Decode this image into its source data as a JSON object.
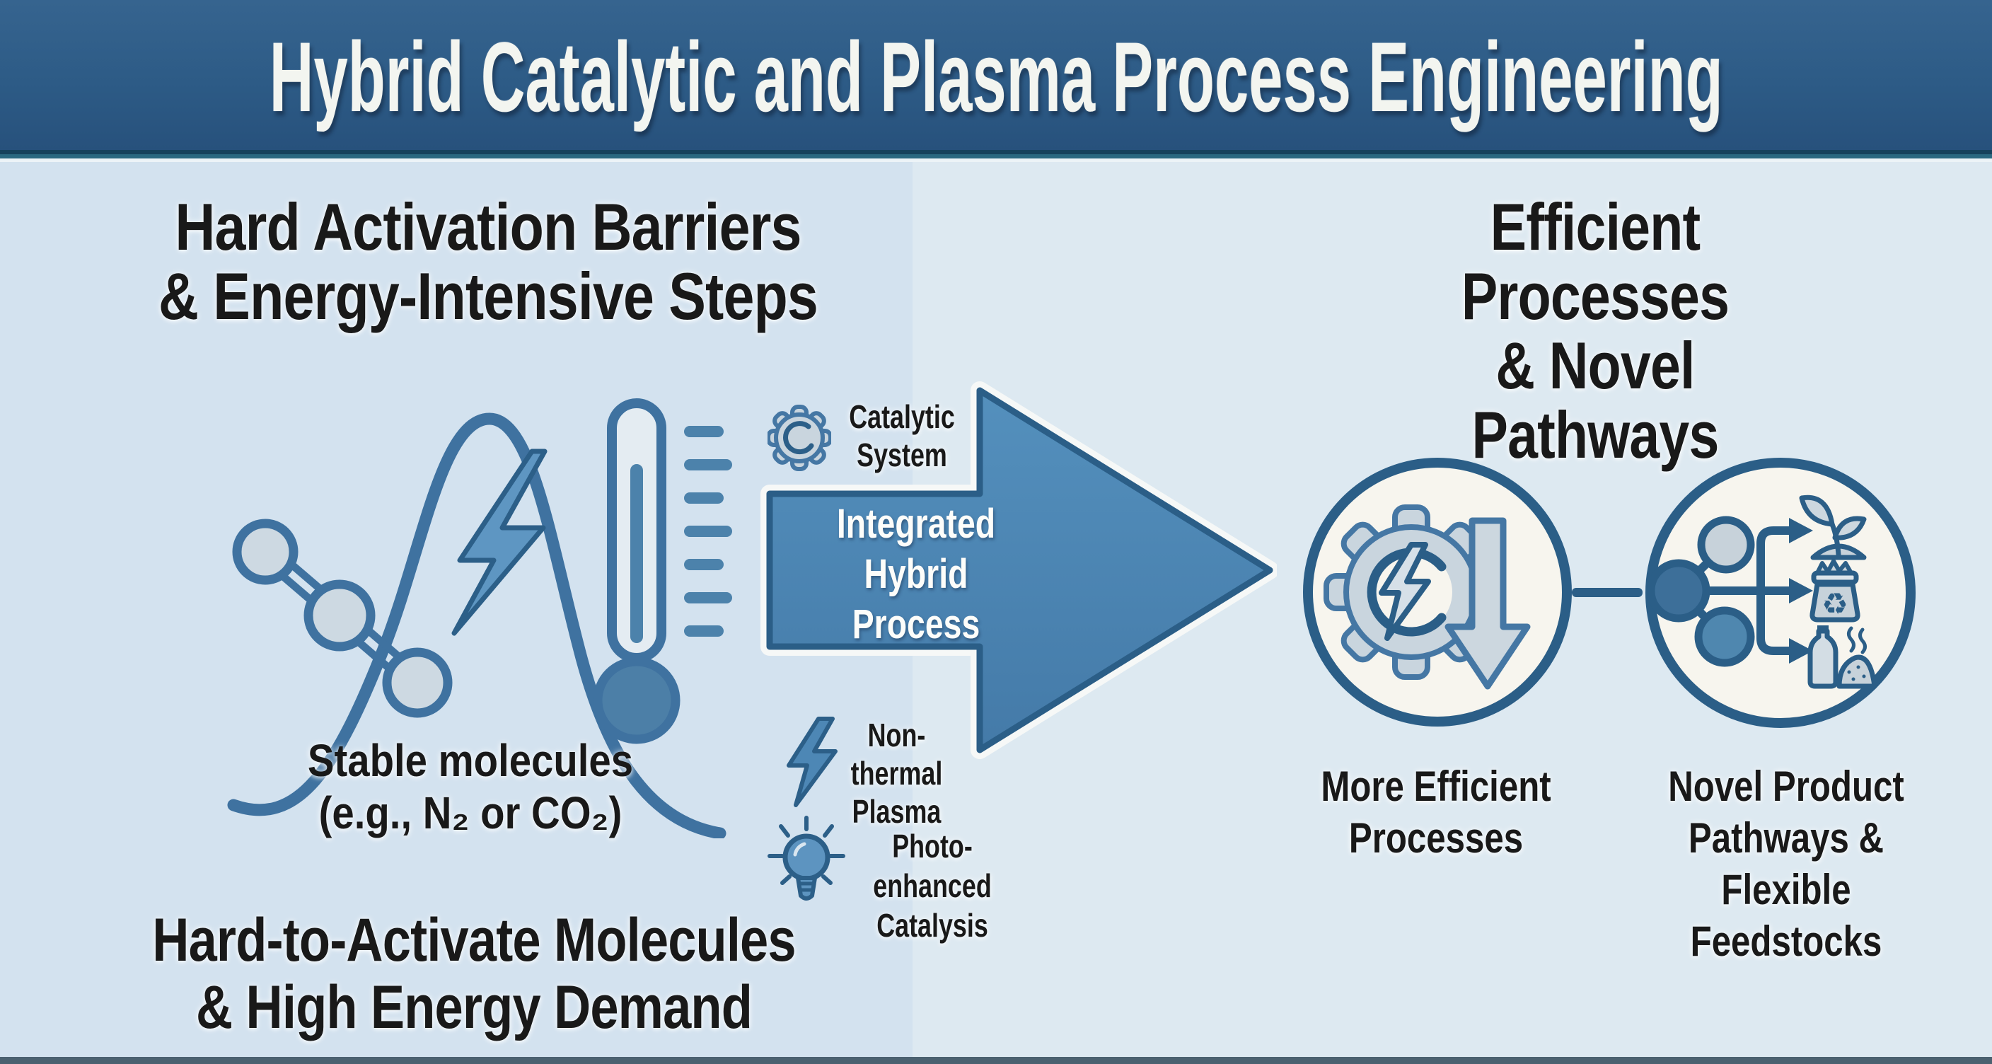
{
  "banner": {
    "title": "Hybrid Catalytic and Plasma Process Engineering"
  },
  "left_panel": {
    "heading": {
      "line1": "Hard Activation Barriers",
      "line2": "& Energy-Intensive Steps"
    },
    "caption": {
      "line1": "Stable molecules",
      "line2": "(e.g., N₂ or CO₂)"
    },
    "footer": {
      "line1": "Hard-to-Activate Molecules",
      "line2": "& High Energy Demand"
    },
    "icons": [
      "molecule-icon",
      "activation-energy-curve-icon",
      "lightning-icon",
      "thermometer-icon"
    ]
  },
  "center": {
    "catalytic_label": {
      "line1": "Catalytic",
      "line2": "System"
    },
    "arrow_label": {
      "line1": "Integrated",
      "line2": "Hybrid",
      "line3": "Process"
    },
    "plasma_label": {
      "line1": "Non-thermal",
      "line2": "Plasma"
    },
    "photo_label": {
      "line1": "Photo-enhanced",
      "line2": "Catalysis"
    },
    "icons": [
      "gear-icon",
      "big-right-arrow",
      "lightning-icon",
      "lightbulb-icon"
    ]
  },
  "right_panel": {
    "heading": {
      "line1": "Efficient Processes",
      "line2": "& Novel Pathways"
    },
    "efficient_label": {
      "line1": "More Efficient",
      "line2": "Processes"
    },
    "novel_label": {
      "line1": "Novel Product",
      "line2": "Pathways &",
      "line3": "Flexible Feedstocks"
    },
    "circle1_icons": [
      "gear-icon",
      "lightning-icon",
      "down-arrow-icon"
    ],
    "circle2_icons": [
      "molecule-icon",
      "branch-arrows-icon",
      "plant-icon",
      "recycle-bag-icon",
      "bottle-waste-icon"
    ]
  },
  "colors": {
    "banner_bg": "#2e5c87",
    "banner_text": "#f3f5f0",
    "bg_left": "#d3e2ef",
    "bg_right": "#dde9f1",
    "arrow_fill": "#4d87b5",
    "outline_dark_blue": "#2b5e87",
    "icon_stroke_blue": "#3f72a0",
    "icon_fill_light": "#c9d5de",
    "circle_fill": "#f7f5ee",
    "text_dark": "#191919"
  }
}
